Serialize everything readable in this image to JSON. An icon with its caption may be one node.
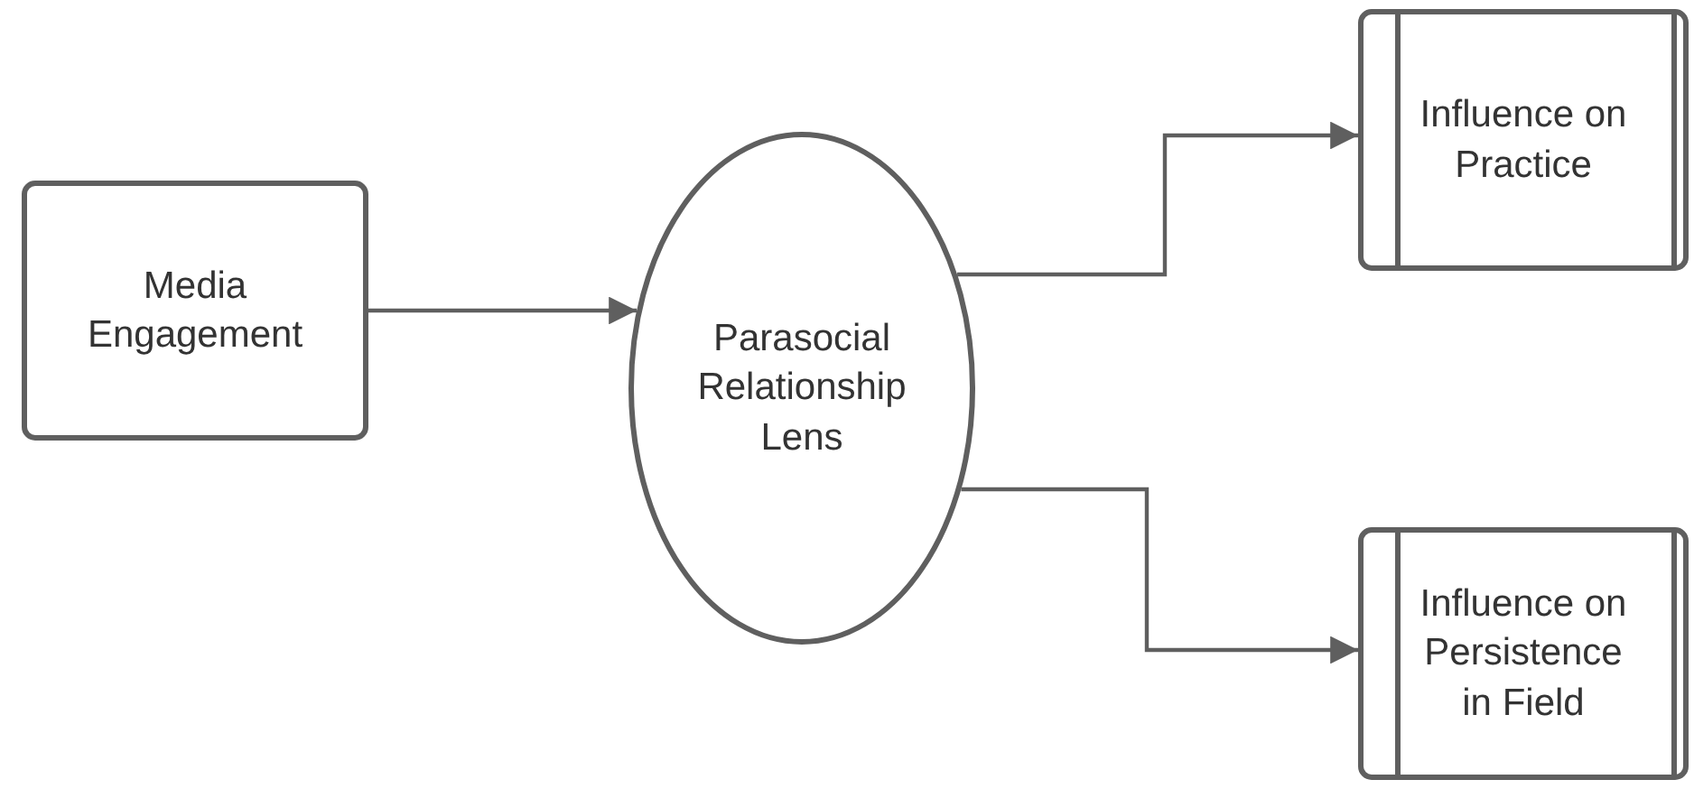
{
  "diagram": {
    "nodes": [
      {
        "text": [
          "Media Engagement"
        ]
      },
      {
        "text": [
          "Parasocial Relationship Lens"
        ]
      },
      {
        "text": [
          "Influence on Practice"
        ]
      },
      {
        "text": [
          "Influence on Persistence in Field"
        ]
      }
    ],
    "edges": [
      {
        "from": 0,
        "to": 1,
        "arrow": "to"
      },
      {
        "from": 1,
        "to": 2,
        "arrow": "to"
      },
      {
        "from": 1,
        "to": 3,
        "arrow": "to"
      }
    ]
  }
}
